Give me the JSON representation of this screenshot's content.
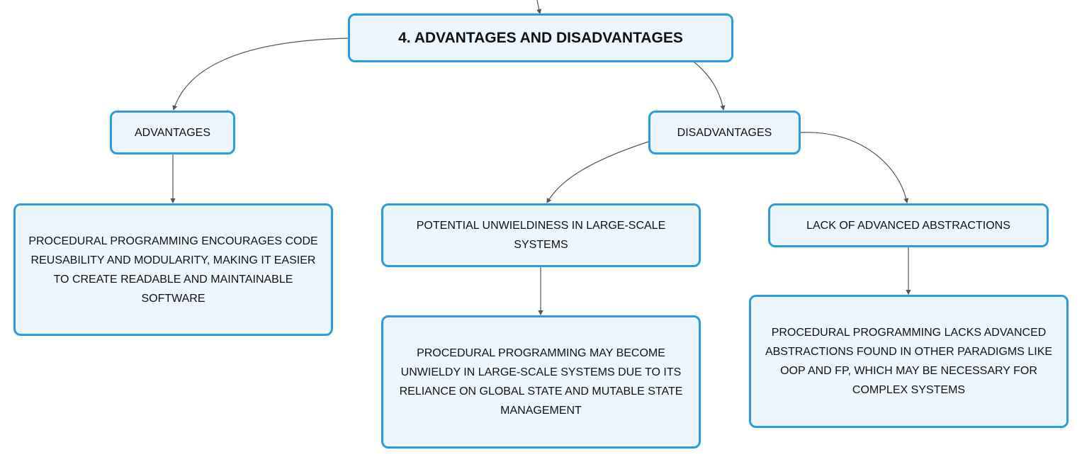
{
  "root": {
    "title": "4. ADVANTAGES AND DISADVANTAGES"
  },
  "advantages": {
    "label": "ADVANTAGES",
    "detail": "PROCEDURAL PROGRAMMING ENCOURAGES CODE REUSABILITY AND MODULARITY, MAKING IT EASIER TO CREATE READABLE AND MAINTAINABLE SOFTWARE"
  },
  "disadvantages": {
    "label": "DISADVANTAGES",
    "items": [
      {
        "label": "POTENTIAL UNWIELDINESS IN LARGE-SCALE SYSTEMS",
        "detail": "PROCEDURAL PROGRAMMING MAY BECOME UNWIELDY IN LARGE-SCALE SYSTEMS DUE TO ITS RELIANCE ON GLOBAL STATE AND MUTABLE STATE MANAGEMENT"
      },
      {
        "label": "LACK OF ADVANCED ABSTRACTIONS",
        "detail": "PROCEDURAL PROGRAMMING LACKS ADVANCED ABSTRACTIONS FOUND IN OTHER PARADIGMS LIKE OOP AND FP, WHICH MAY BE NECESSARY FOR COMPLEX SYSTEMS"
      }
    ]
  },
  "colors": {
    "node_border": "#2e9ae0",
    "node_fill": "#eef6fd",
    "connector": "#555555"
  }
}
